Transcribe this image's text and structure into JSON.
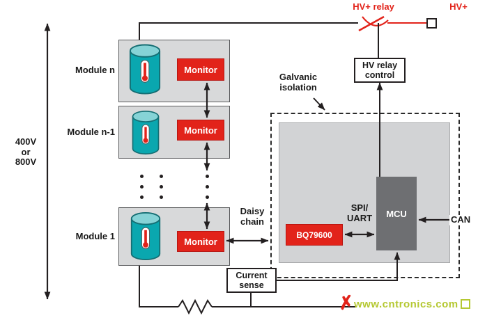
{
  "diagram": {
    "voltage_label": "400V\nor\n800V",
    "modules": [
      {
        "label": "Module n",
        "monitor_label": "Monitor"
      },
      {
        "label": "Module n-1",
        "monitor_label": "Monitor"
      },
      {
        "label": "Module 1",
        "monitor_label": "Monitor"
      }
    ],
    "daisy_chain_label": "Daisy\nchain",
    "galvanic_isolation_label": "Galvanic\nisolation",
    "bq_chip_label": "BQ79600",
    "spi_uart_label": "SPI/\nUART",
    "mcu_label": "MCU",
    "can_label": "CAN",
    "hv_relay_label": "HV+ relay",
    "hv_plus_label": "HV+",
    "hv_relay_control_label": "HV relay\ncontrol",
    "current_sense_label": "Current\nsense",
    "watermark": "www.cntronics.com"
  },
  "colors": {
    "accent_red": "#e2231a",
    "module_fill": "#d8d9da",
    "inner_fill": "#d2d3d5",
    "mcu_fill": "#6e6f72",
    "battery_teal": "#0aa7af",
    "watermark_green": "#b5c832",
    "line": "#231f20"
  }
}
